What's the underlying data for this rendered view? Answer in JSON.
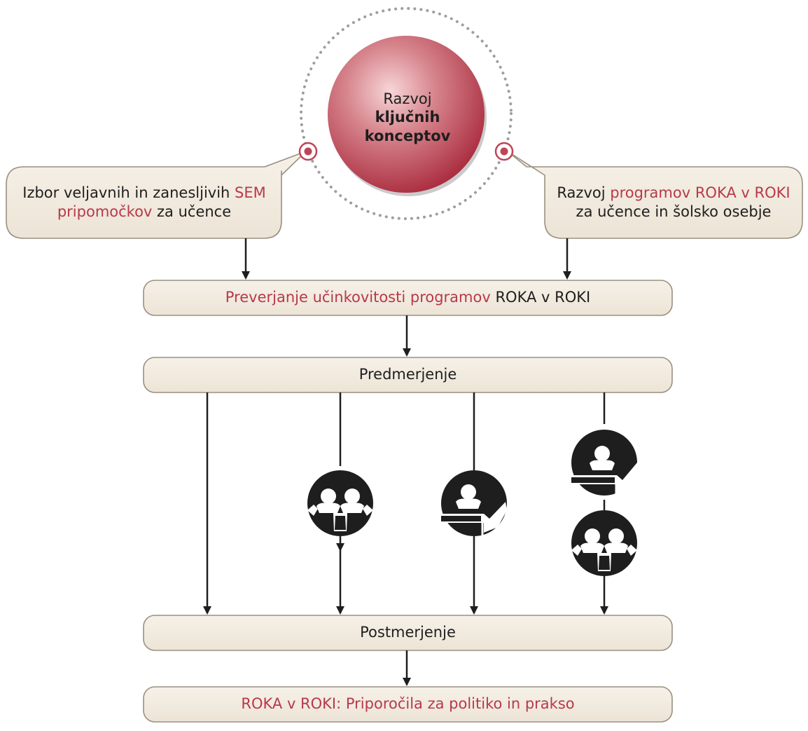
{
  "colors": {
    "accent": "#b8394a",
    "box_fill": "#f3ede2",
    "box_stroke": "#9a9080",
    "arrow": "#1e1e1e",
    "icon": "#1e1e1e"
  },
  "center_concept": {
    "line1": "Razvoj",
    "line2": "ključnih",
    "line3": "konceptov"
  },
  "left_bubble": {
    "text_before": "Izbor veljavnih in zanesljivih ",
    "highlight": "SEM pripomočkov",
    "text_after": " za učence"
  },
  "right_bubble": {
    "text_before": "Razvoj ",
    "highlight": "programov ROKA v ROKI",
    "text_after": " za učence in šolsko osebje"
  },
  "evaluation_box": {
    "highlight": "Preverjanje učinkovitosti programov",
    "text_after": " ROKA v ROKI"
  },
  "pretest_box": {
    "label": "Predmerjenje"
  },
  "posttest_box": {
    "label": "Postmerjenje"
  },
  "recommendations_box": {
    "label": "ROKA v ROKI: Priporočila za politiko in prakso"
  },
  "icons": [
    "group-intervention-icon",
    "individual-intervention-icon",
    "individual-intervention-icon",
    "group-intervention-icon"
  ]
}
